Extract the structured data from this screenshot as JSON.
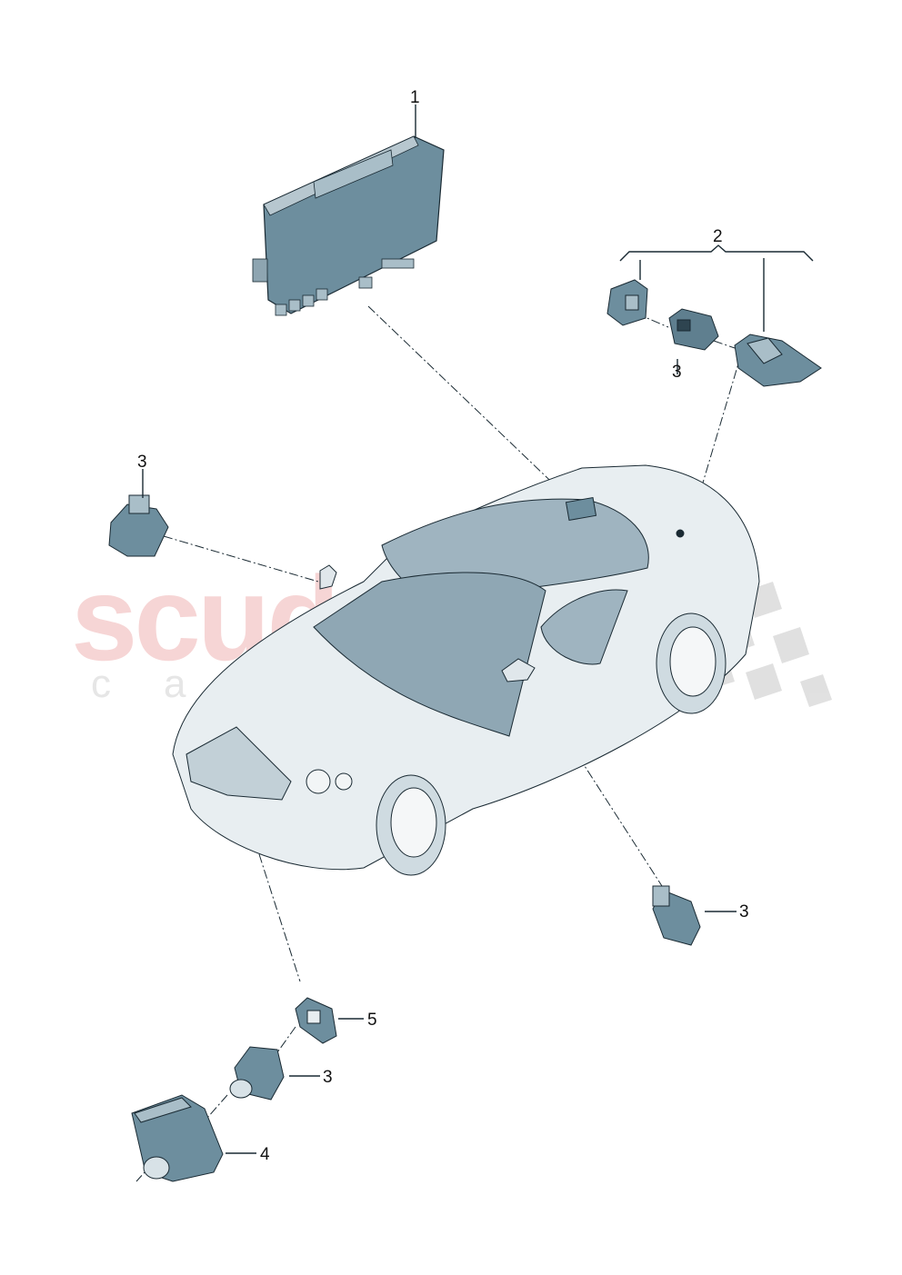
{
  "watermark": {
    "main": "scuderia",
    "sub": "car parts",
    "main_color": "#f4c7c7",
    "sub_color": "#e6e6e6"
  },
  "diagram": {
    "subject": "Bentley convertible - camera / control unit parts",
    "callouts": [
      {
        "id": "c1",
        "label": "1",
        "part": "control-unit"
      },
      {
        "id": "c2",
        "label": "2",
        "part": "rear-camera-assembly-bracket"
      },
      {
        "id": "c3a",
        "label": "3",
        "part": "camera-rear"
      },
      {
        "id": "c3b",
        "label": "3",
        "part": "camera-left-mirror"
      },
      {
        "id": "c3c",
        "label": "3",
        "part": "camera-right-mirror"
      },
      {
        "id": "c3d",
        "label": "3",
        "part": "camera-front"
      },
      {
        "id": "c4",
        "label": "4",
        "part": "camera-housing-front"
      },
      {
        "id": "c5",
        "label": "5",
        "part": "camera-bracket-front"
      }
    ]
  },
  "colors": {
    "part_fill": "#6d8e9e",
    "part_light": "#a9bec8",
    "car_body": "#e8eef1",
    "car_glass": "#9fb4c0",
    "line": "#1a2a33"
  }
}
